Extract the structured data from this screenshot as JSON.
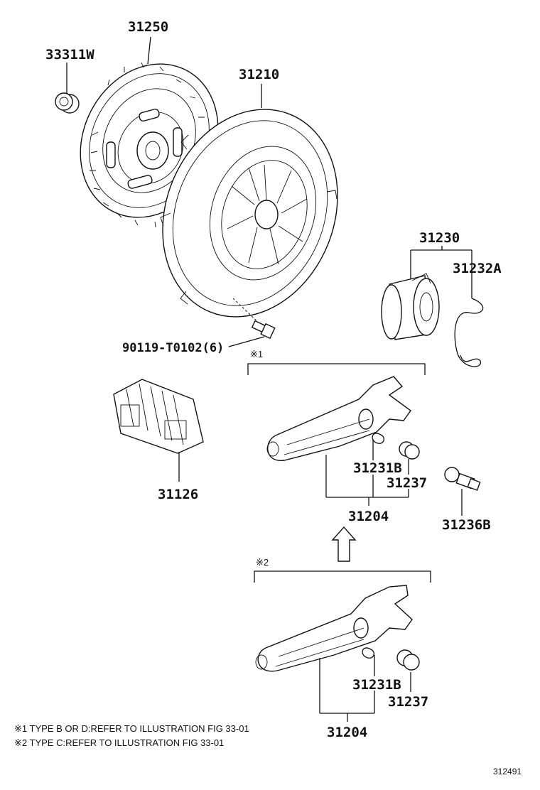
{
  "labels": {
    "p33311w": "33311W",
    "p31250": "31250",
    "p31210": "31210",
    "p31230": "31230",
    "p31232a": "31232A",
    "p90119": "90119-T0102(6)",
    "p31126": "31126",
    "p31231b_1": "31231B",
    "p31237_1": "31237",
    "p31204_1": "31204",
    "p31236b": "31236B",
    "p31231b_2": "31231B",
    "p31237_2": "31237",
    "p31204_2": "31204"
  },
  "marks": {
    "group1": "※1",
    "group2": "※2"
  },
  "notes": [
    "※1  TYPE B OR D:REFER TO ILLUSTRATION FIG 33-01",
    "※2  TYPE C:REFER TO ILLUSTRATION FIG 33-01"
  ],
  "figure_id": "312491"
}
